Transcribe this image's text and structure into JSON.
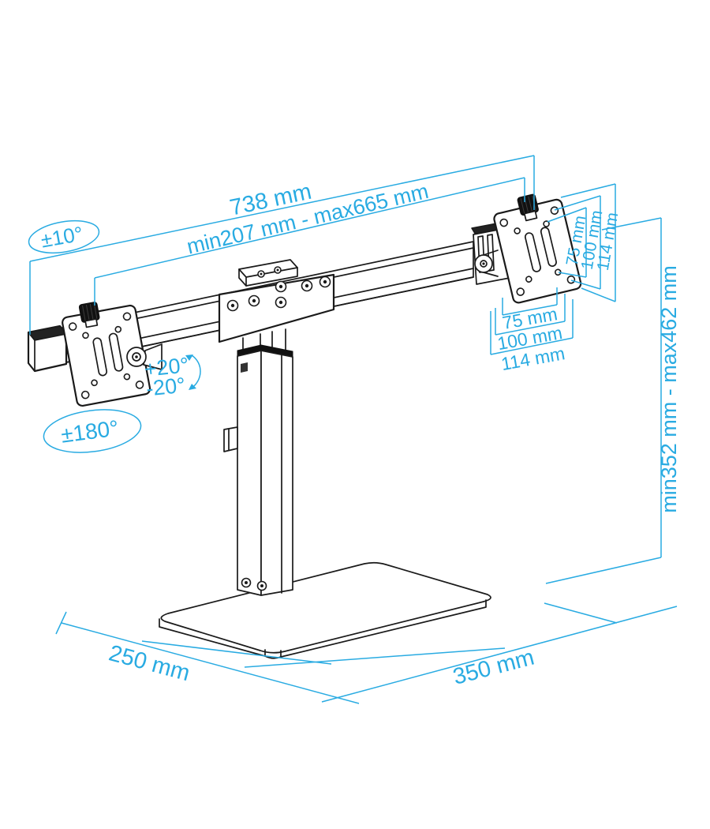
{
  "diagram": {
    "subject": "dual-monitor-desk-stand-technical-drawing",
    "accent_color": "#29ABE2",
    "line_color": "#1a1a1a",
    "labels": {
      "total_width": "738 mm",
      "monitor_span": "min207 mm - max665 mm",
      "swivel_angle": "±10°",
      "tilt_up": "+20°",
      "tilt_down": "-20°",
      "rotation_range": "±180°",
      "height_range": "min352 mm - max462 mm",
      "vesa_vertical": [
        "75 mm",
        "100 mm",
        "114 mm"
      ],
      "vesa_horizontal": [
        "75 mm",
        "100 mm",
        "114 mm"
      ],
      "base_depth": "250 mm",
      "base_width": "350 mm"
    }
  }
}
